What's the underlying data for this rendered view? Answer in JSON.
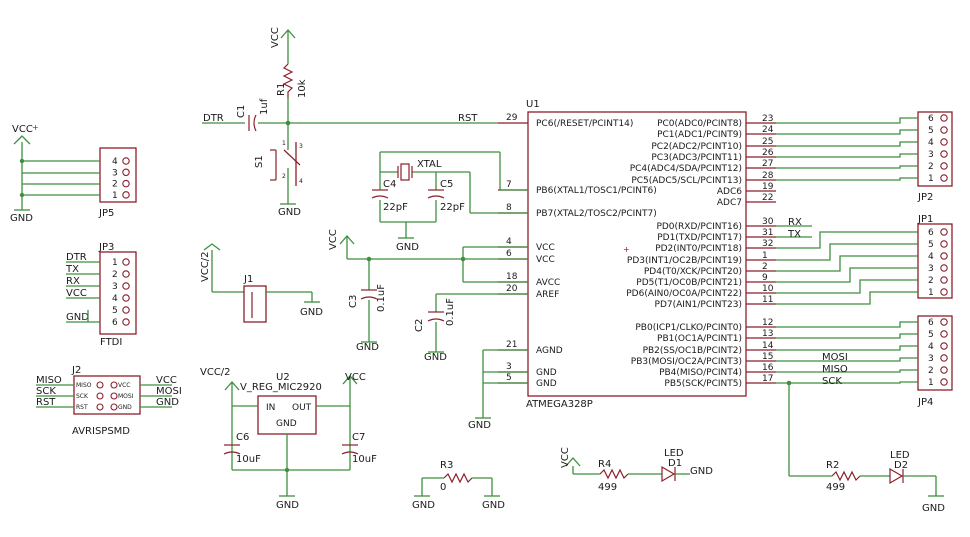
{
  "colors": {
    "wire": "#3f8f3f",
    "part": "#8b1f2a",
    "text": "#1a1a1a",
    "background": "#ffffff"
  },
  "power": {
    "vcc": "VCC",
    "gnd": "GND"
  },
  "u1": {
    "name": "U1",
    "value": "ATMEGA328P",
    "left_pins": [
      {
        "num": "29",
        "name": "PC6(/RESET/PCINT14)"
      },
      {
        "num": "7",
        "name": "PB6(XTAL1/TOSC1/PCINT6)"
      },
      {
        "num": "8",
        "name": "PB7(XTAL2/TOSC2/PCINT7)"
      },
      {
        "num": "4",
        "name": "VCC"
      },
      {
        "num": "6",
        "name": "VCC"
      },
      {
        "num": "18",
        "name": "AVCC"
      },
      {
        "num": "20",
        "name": "AREF"
      },
      {
        "num": "21",
        "name": "AGND"
      },
      {
        "num": "3",
        "name": "GND"
      },
      {
        "num": "5",
        "name": "GND"
      }
    ],
    "right_pins": [
      {
        "num": "23",
        "name": "PC0(ADC0/PCINT8)"
      },
      {
        "num": "24",
        "name": "PC1(ADC1/PCINT9)"
      },
      {
        "num": "25",
        "name": "PC2(ADC2/PCINT10)"
      },
      {
        "num": "26",
        "name": "PC3(ADC3/PCINT11)"
      },
      {
        "num": "27",
        "name": "PC4(ADC4/SDA/PCINT12)"
      },
      {
        "num": "28",
        "name": "PC5(ADC5/SCL/PCINT13)"
      },
      {
        "num": "19",
        "name": "ADC6"
      },
      {
        "num": "22",
        "name": "ADC7"
      },
      {
        "num": "30",
        "name": "PD0(RXD/PCINT16)"
      },
      {
        "num": "31",
        "name": "PD1(TXD/PCINT17)"
      },
      {
        "num": "32",
        "name": "PD2(INT0/PCINT18)"
      },
      {
        "num": "1",
        "name": "PD3(INT1/OC2B/PCINT19)"
      },
      {
        "num": "2",
        "name": "PD4(T0/XCK/PCINT20)"
      },
      {
        "num": "9",
        "name": "PD5(T1/OC0B/PCINT21)"
      },
      {
        "num": "10",
        "name": "PD6(AIN0/OC0A/PCINT22)"
      },
      {
        "num": "11",
        "name": "PD7(AIN1/PCINT23)"
      },
      {
        "num": "12",
        "name": "PB0(ICP1/CLKO/PCINT0)"
      },
      {
        "num": "13",
        "name": "PB1(OC1A/PCINT1)"
      },
      {
        "num": "14",
        "name": "PB2(SS/OC1B/PCINT2)"
      },
      {
        "num": "15",
        "name": "PB3(MOSI/OC2A/PCINT3)"
      },
      {
        "num": "16",
        "name": "PB4(MISO/PCINT4)"
      },
      {
        "num": "17",
        "name": "PB5(SCK/PCINT5)"
      }
    ]
  },
  "nets": {
    "dtr": "DTR",
    "rst": "RST",
    "rx": "RX",
    "tx": "TX",
    "mosi": "MOSI",
    "miso": "MISO",
    "sck": "SCK"
  },
  "r1": {
    "name": "R1",
    "value": "10k"
  },
  "c1": {
    "name": "C1",
    "value": "1uf"
  },
  "s1": {
    "name": "S1",
    "pins": [
      "1",
      "2",
      "3",
      "4"
    ]
  },
  "xtal": {
    "name": "XTAL"
  },
  "c4": {
    "name": "C4",
    "value": "22pF"
  },
  "c5": {
    "name": "C5",
    "value": "22pF"
  },
  "c3": {
    "name": "C3",
    "value": "0.1uF"
  },
  "c2": {
    "name": "C2",
    "value": "0.1uF"
  },
  "jp5": {
    "name": "JP5",
    "pins": [
      "4",
      "3",
      "2",
      "1"
    ]
  },
  "jp3": {
    "name": "JP3",
    "pins": [
      "1",
      "2",
      "3",
      "4",
      "5",
      "6"
    ],
    "value": "FTDI",
    "nets": [
      "DTR",
      "TX",
      "RX",
      "VCC",
      "",
      "GND"
    ]
  },
  "j2": {
    "name": "J2",
    "value": "AVRISPSMD",
    "left_pins": [
      "MISO",
      "SCK",
      "RST"
    ],
    "right_pins": [
      "VCC",
      "MOSI",
      "GND"
    ],
    "left_nets": [
      "MISO",
      "SCK",
      "RST"
    ],
    "right_nets": [
      "VCC",
      "MOSI",
      "GND"
    ]
  },
  "j1": {
    "name": "J1",
    "supply": "VCC/2"
  },
  "u2": {
    "name": "U2",
    "value": "V_REG_MIC2920",
    "in": "IN",
    "out": "OUT",
    "gnd": "GND",
    "input_label": "VCC/2"
  },
  "c6": {
    "name": "C6",
    "value": "10uF"
  },
  "c7": {
    "name": "C7",
    "value": "10uF"
  },
  "r3": {
    "name": "R3",
    "value": "0"
  },
  "r4": {
    "name": "R4",
    "value": "499"
  },
  "d1": {
    "name": "D1",
    "value": "LED"
  },
  "r2": {
    "name": "R2",
    "value": "499"
  },
  "d2": {
    "name": "D2",
    "value": "LED"
  },
  "jp2": {
    "name": "JP2",
    "pins": [
      "6",
      "5",
      "4",
      "3",
      "2",
      "1"
    ]
  },
  "jp1": {
    "name": "JP1",
    "pins": [
      "6",
      "5",
      "4",
      "3",
      "2",
      "1"
    ]
  },
  "jp4": {
    "name": "JP4",
    "pins": [
      "6",
      "5",
      "4",
      "3",
      "2",
      "1"
    ]
  }
}
